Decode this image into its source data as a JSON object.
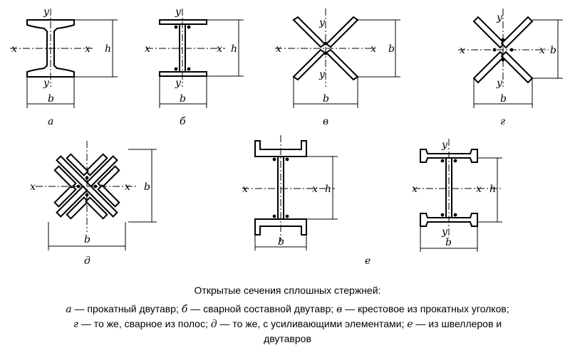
{
  "labels": {
    "x": "x",
    "y": "y",
    "b": "b",
    "h": "h"
  },
  "panels": [
    {
      "id": "a",
      "label": "а"
    },
    {
      "id": "b",
      "label": "б"
    },
    {
      "id": "v",
      "label": "в"
    },
    {
      "id": "g",
      "label": "г"
    },
    {
      "id": "d",
      "label": "д"
    },
    {
      "id": "e",
      "label": "е"
    }
  ],
  "caption": {
    "title": "Открытые сечения сплошных стержней:",
    "items": [
      {
        "letter": "а",
        "text": " — прокатный двутавр; "
      },
      {
        "letter": "б",
        "text": " — сварной составной двутавр; "
      },
      {
        "letter": "в",
        "text": " — крестовое из прокатных уголков;"
      },
      {
        "letter": "г",
        "text": " — то же, сварное из полос; "
      },
      {
        "letter": "д",
        "text": " — то же, с усиливающими элементами; "
      },
      {
        "letter": "е",
        "text": " — из швеллеров и"
      }
    ],
    "last_line": "двутавров"
  }
}
